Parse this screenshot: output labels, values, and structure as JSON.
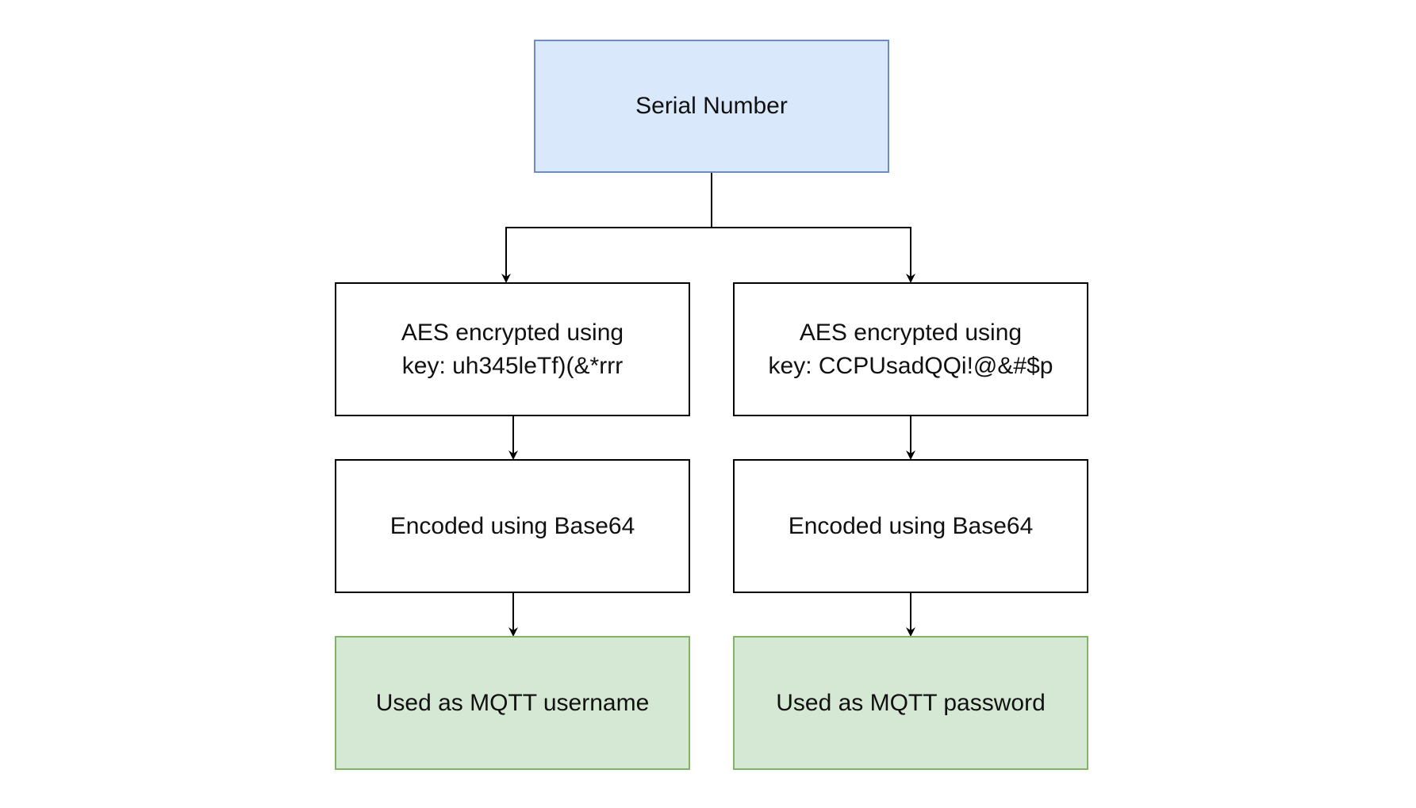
{
  "diagram": {
    "nodes": {
      "serial": {
        "label": "Serial Number"
      },
      "aes_left": {
        "line1": "AES encrypted using",
        "line2": "key: uh345leTf)(&*rrr"
      },
      "aes_right": {
        "line1": "AES encrypted using",
        "line2": "key: CCPUsadQQi!@&#$p"
      },
      "base64_left": {
        "label": "Encoded using Base64"
      },
      "base64_right": {
        "label": "Encoded using Base64"
      },
      "mqtt_username": {
        "label": "Used as MQTT username"
      },
      "mqtt_password": {
        "label": "Used as MQTT password"
      }
    },
    "edges": [
      {
        "from": "Serial Number",
        "to": "AES encrypted using key: uh345leTf)(&*rrr"
      },
      {
        "from": "Serial Number",
        "to": "AES encrypted using key: CCPUsadQQi!@&#$p"
      },
      {
        "from": "AES encrypted using key: uh345leTf)(&*rrr",
        "to": "Encoded using Base64"
      },
      {
        "from": "AES encrypted using key: CCPUsadQQi!@&#$p",
        "to": "Encoded using Base64"
      },
      {
        "from": "Encoded using Base64",
        "to": "Used as MQTT username"
      },
      {
        "from": "Encoded using Base64",
        "to": "Used as MQTT password"
      }
    ],
    "colors": {
      "source_fill": "#dae8fc",
      "source_border": "#6c8ebf",
      "process_fill": "#ffffff",
      "process_border": "#000000",
      "output_fill": "#d5e8d4",
      "output_border": "#82b366",
      "connector": "#000000"
    }
  }
}
